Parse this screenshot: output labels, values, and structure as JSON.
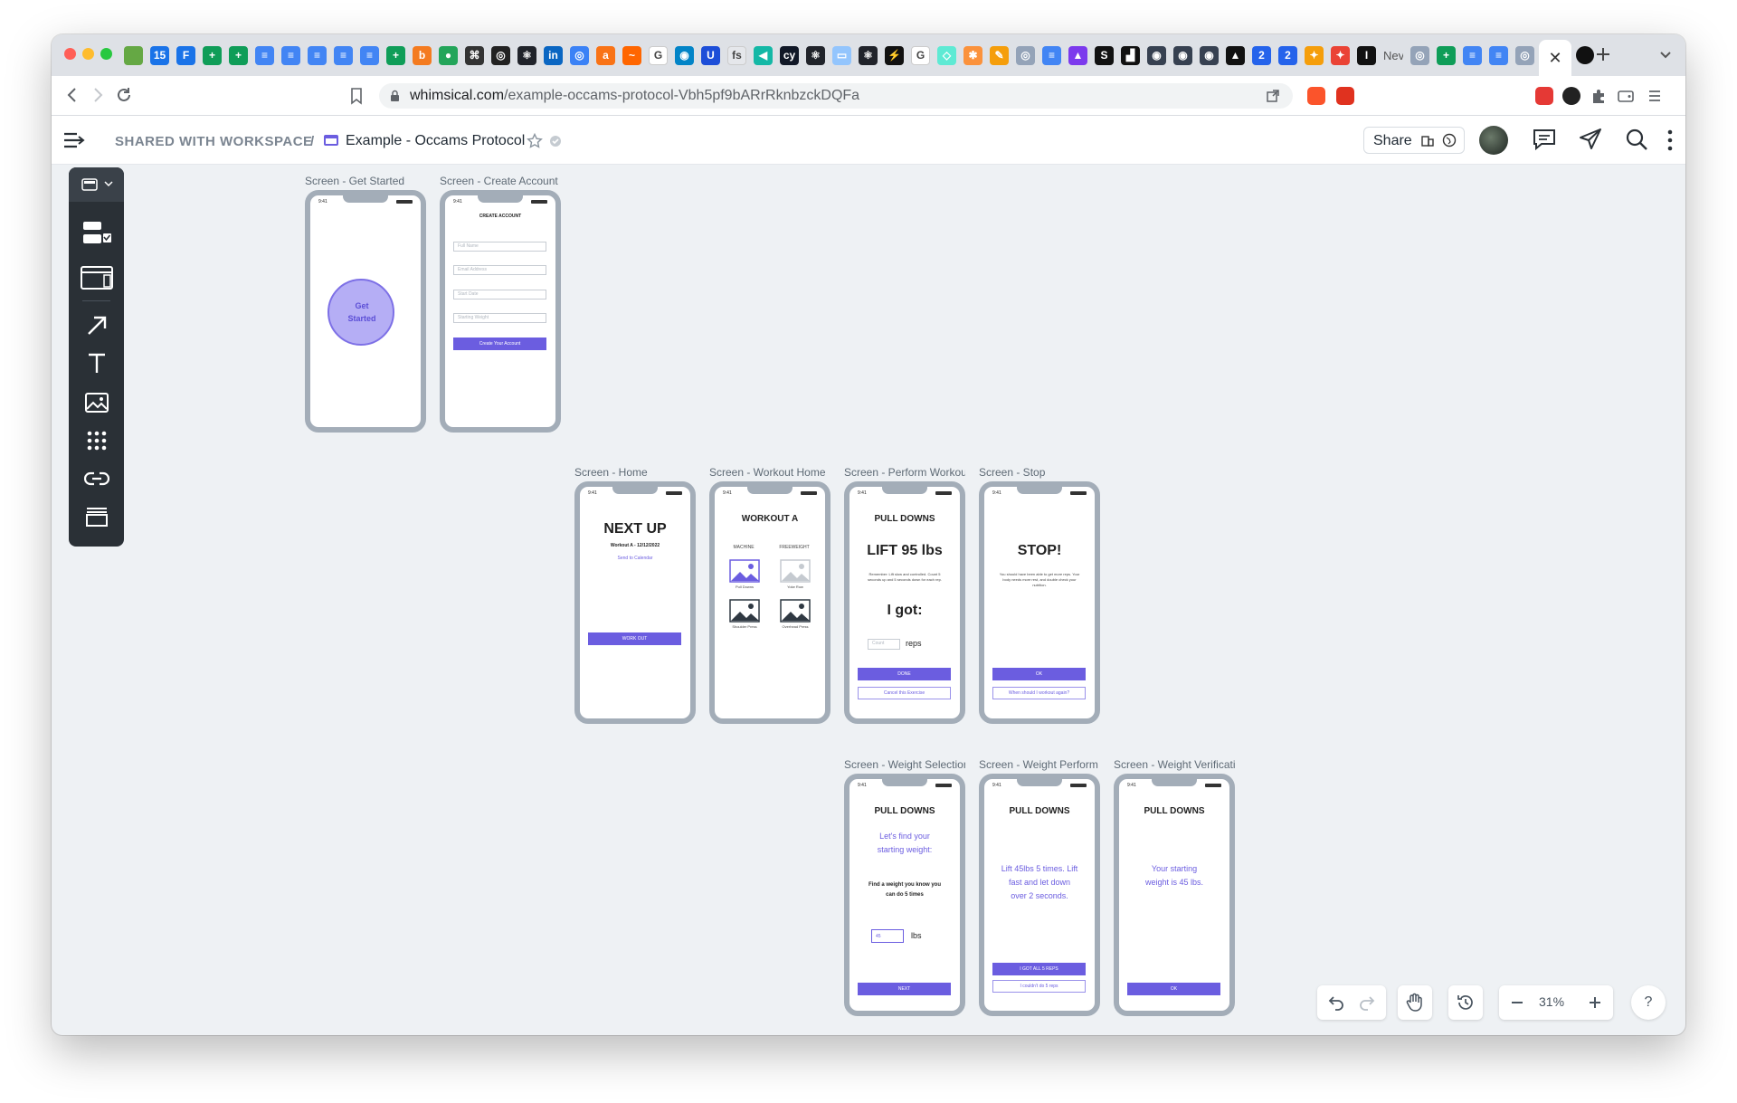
{
  "browser": {
    "url_domain": "whimsical.com",
    "url_path": "/example-occams-protocol-Vbh5pf9bARrRknbzckDQFa",
    "tab_partial_label": "Nev",
    "tab_icons": [
      {
        "name": "tab-icon-1",
        "color": "#65a844",
        "glyph": ""
      },
      {
        "name": "tab-icon-2",
        "color": "#1a73e8",
        "glyph": "15"
      },
      {
        "name": "tab-icon-3",
        "color": "#1a73e8",
        "glyph": "F"
      },
      {
        "name": "tab-icon-4",
        "color": "#0f9d58",
        "glyph": "+"
      },
      {
        "name": "tab-icon-5",
        "color": "#0f9d58",
        "glyph": "+"
      },
      {
        "name": "tab-icon-6",
        "color": "#4285f4",
        "glyph": "≡"
      },
      {
        "name": "tab-icon-7",
        "color": "#4285f4",
        "glyph": "≡"
      },
      {
        "name": "tab-icon-8",
        "color": "#4285f4",
        "glyph": "≡"
      },
      {
        "name": "tab-icon-9",
        "color": "#4285f4",
        "glyph": "≡"
      },
      {
        "name": "tab-icon-10",
        "color": "#4285f4",
        "glyph": "≡"
      },
      {
        "name": "tab-icon-11",
        "color": "#0f9d58",
        "glyph": "+"
      },
      {
        "name": "tab-icon-12",
        "color": "#f47b20",
        "glyph": "b"
      },
      {
        "name": "tab-icon-13",
        "color": "#23a55a",
        "glyph": "●"
      },
      {
        "name": "tab-icon-14",
        "color": "#333333",
        "glyph": "⌘"
      },
      {
        "name": "tab-icon-15",
        "color": "#222222",
        "glyph": "◎"
      },
      {
        "name": "tab-icon-16",
        "color": "#20232a",
        "glyph": "⚛"
      },
      {
        "name": "tab-icon-17",
        "color": "#0a66c2",
        "glyph": "in"
      },
      {
        "name": "tab-icon-18",
        "color": "#3b82f6",
        "glyph": "◎"
      },
      {
        "name": "tab-icon-19",
        "color": "#f97316",
        "glyph": "a"
      },
      {
        "name": "tab-icon-20",
        "color": "#ff6600",
        "glyph": "~"
      },
      {
        "name": "tab-icon-21",
        "color": "#ffffff",
        "glyph": "G"
      },
      {
        "name": "tab-icon-22",
        "color": "#0284c7",
        "glyph": "◉"
      },
      {
        "name": "tab-icon-23",
        "color": "#1d4ed8",
        "glyph": "U"
      },
      {
        "name": "tab-icon-24",
        "color": "#e5e7eb",
        "glyph": "fs"
      },
      {
        "name": "tab-icon-25",
        "color": "#14b8a6",
        "glyph": "◀"
      },
      {
        "name": "tab-icon-26",
        "color": "#111827",
        "glyph": "cy"
      },
      {
        "name": "tab-icon-27",
        "color": "#20232a",
        "glyph": "⚛"
      },
      {
        "name": "tab-icon-28",
        "color": "#93c5fd",
        "glyph": "▭"
      },
      {
        "name": "tab-icon-29",
        "color": "#20232a",
        "glyph": "⚛"
      },
      {
        "name": "tab-icon-30",
        "color": "#111111",
        "glyph": "⚡"
      },
      {
        "name": "tab-icon-31",
        "color": "#ffffff",
        "glyph": "G"
      },
      {
        "name": "tab-icon-32",
        "color": "#5eead4",
        "glyph": "◇"
      },
      {
        "name": "tab-icon-33",
        "color": "#fb923c",
        "glyph": "✱"
      },
      {
        "name": "tab-icon-34",
        "color": "#f59e0b",
        "glyph": "✎"
      },
      {
        "name": "tab-icon-35",
        "color": "#94a3b8",
        "glyph": "◎"
      },
      {
        "name": "tab-icon-36",
        "color": "#4285f4",
        "glyph": "≡"
      },
      {
        "name": "tab-icon-37",
        "color": "#7c3aed",
        "glyph": "▲"
      },
      {
        "name": "tab-icon-38",
        "color": "#111111",
        "glyph": "S"
      },
      {
        "name": "tab-icon-39",
        "color": "#111111",
        "glyph": "▟"
      },
      {
        "name": "tab-icon-40",
        "color": "#374151",
        "glyph": "◉"
      },
      {
        "name": "tab-icon-41",
        "color": "#374151",
        "glyph": "◉"
      },
      {
        "name": "tab-icon-42",
        "color": "#374151",
        "glyph": "◉"
      },
      {
        "name": "tab-icon-43",
        "color": "#111111",
        "glyph": "▲"
      },
      {
        "name": "tab-icon-44",
        "color": "#2563eb",
        "glyph": "2"
      },
      {
        "name": "tab-icon-45",
        "color": "#2563eb",
        "glyph": "2"
      },
      {
        "name": "tab-icon-46",
        "color": "#f59e0b",
        "glyph": "✦"
      },
      {
        "name": "tab-icon-47",
        "color": "#ea4335",
        "glyph": "✦"
      },
      {
        "name": "tab-icon-48",
        "color": "#111111",
        "glyph": "I"
      }
    ],
    "after_label_icons": [
      {
        "name": "tab-icon-49",
        "color": "#94a3b8",
        "glyph": "◎"
      },
      {
        "name": "tab-icon-50",
        "color": "#0f9d58",
        "glyph": "+"
      },
      {
        "name": "tab-icon-51",
        "color": "#4285f4",
        "glyph": "≡"
      },
      {
        "name": "tab-icon-52",
        "color": "#4285f4",
        "glyph": "≡"
      },
      {
        "name": "tab-icon-53",
        "color": "#94a3b8",
        "glyph": "◎"
      }
    ]
  },
  "app": {
    "breadcrumb_workspace": "SHARED WITH WORKSPACE",
    "breadcrumb_sep": "/",
    "doc_title": "Example - Occams Protocol",
    "share_label": "Share",
    "zoom_label": "31%",
    "help_label": "?"
  },
  "screens": {
    "get_started": {
      "label": "Screen - Get Started",
      "circle_text": "Get Started"
    },
    "create_account": {
      "label": "Screen - Create Account",
      "title": "CREATE ACCOUNT",
      "fields": [
        "Full Name",
        "Email Address",
        "Start Date",
        "Starting Weight"
      ],
      "button": "Create Your Account"
    },
    "home": {
      "label": "Screen - Home",
      "headline": "NEXT UP",
      "subline": "Workout A - 12/12/2022",
      "link": "Send to Calendar",
      "button": "WORK OUT"
    },
    "workout_home": {
      "label": "Screen - Workout Home",
      "title": "WORKOUT A",
      "col1": "MACHINE",
      "col2": "FREEWEIGHT",
      "items": [
        "Pull Downs",
        "Yoke Row",
        "Shoulder Press",
        "Overhead Press"
      ]
    },
    "perform_workout": {
      "label": "Screen - Perform Workout",
      "title": "PULL DOWNS",
      "headline": "LIFT 95 lbs",
      "note": "Remember: Lift slow and controlled. Count 5 seconds up and 5 seconds down for each rep.",
      "got": "I got:",
      "count_placeholder": "Count",
      "reps": "reps",
      "button": "DONE",
      "button2": "Cancel this Exercise"
    },
    "stop": {
      "label": "Screen - Stop",
      "headline": "STOP!",
      "note": "You should have been able to get more reps. Your body needs more rest, and double check your nutrition.",
      "button": "OK",
      "button2": "When should I workout again?"
    },
    "weight_select": {
      "label": "Screen - Weight Selection",
      "title": "PULL DOWNS",
      "line1": "Let's find your starting weight:",
      "line2": "Find a weight you know you can do 5 times",
      "value": "45",
      "unit": "lbs",
      "button": "NEXT"
    },
    "weight_perform": {
      "label": "Screen - Weight Perform",
      "title": "PULL DOWNS",
      "text": "Lift 45lbs 5 times. Lift fast and let down over 2 seconds.",
      "button": "I GOT ALL 5 REPS",
      "button2": "I couldn't do 5 reps"
    },
    "weight_verify": {
      "label": "Screen - Weight Verification",
      "title": "PULL DOWNS",
      "text": "Your starting weight is 45 lbs.",
      "button": "OK"
    }
  },
  "colors": {
    "accent": "#6b5de0",
    "frame": "#a3adb8",
    "toolbar": "#2a3036",
    "canvas": "#eef1f4"
  }
}
